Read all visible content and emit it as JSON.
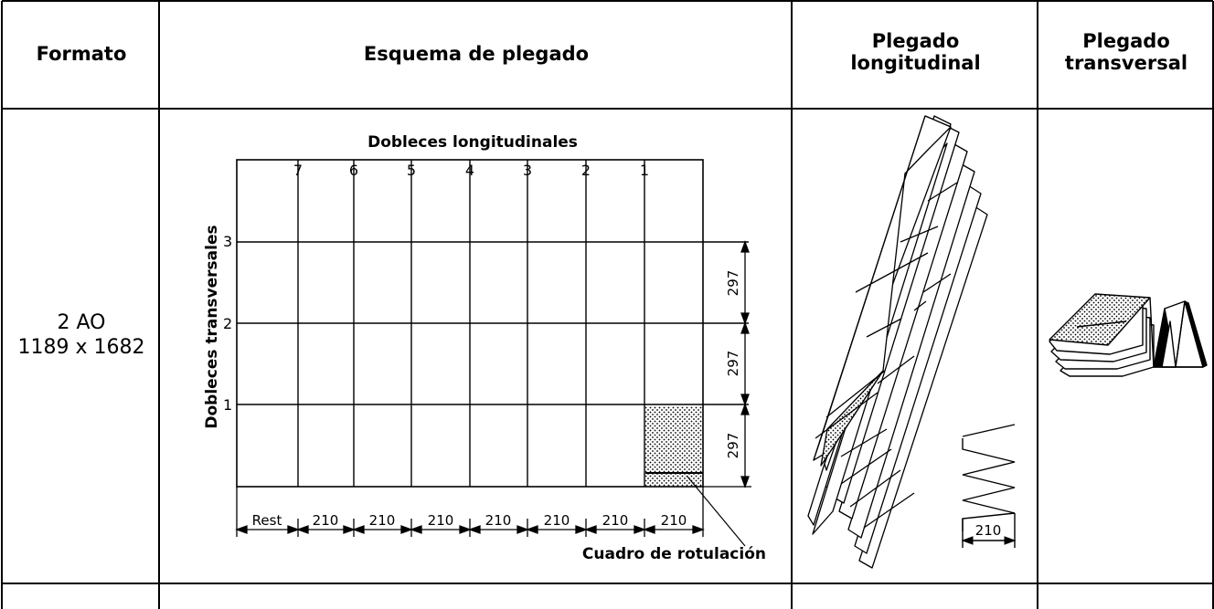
{
  "table": {
    "headers": {
      "format": "Formato",
      "scheme": "Esquema de plegado",
      "longitudinal": [
        "Plegado",
        "longitudinal"
      ],
      "transverse": [
        "Plegado",
        "transversal"
      ]
    },
    "row": {
      "format_name": "2 AO",
      "format_size": "1189 x 1682"
    }
  },
  "scheme": {
    "top_label": "Dobleces longitudinales",
    "side_label": "Dobleces transversales",
    "longitudinal_folds": [
      "7",
      "6",
      "5",
      "4",
      "3",
      "2",
      "1"
    ],
    "transverse_folds": [
      "3",
      "2",
      "1"
    ],
    "width_dims": [
      "Rest",
      "210",
      "210",
      "210",
      "210",
      "210",
      "210",
      "210"
    ],
    "height_dims": [
      "297",
      "297",
      "297"
    ],
    "title_block_label": "Cuadro de rotulación"
  },
  "longitudinal_fold": {
    "dim": "210"
  }
}
